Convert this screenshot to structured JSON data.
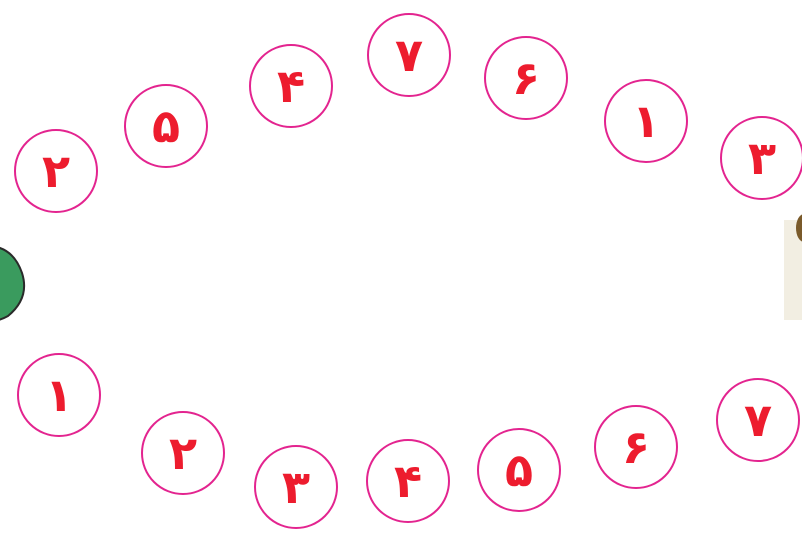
{
  "colors": {
    "circle_border": "#e3248f",
    "digit": "#ed1c2e",
    "left_creature": "#3a9b5e"
  },
  "top_row": [
    "۲",
    "۵",
    "۴",
    "۷",
    "۶",
    "۱",
    "۳"
  ],
  "bottom_row": [
    "۱",
    "۲",
    "۳",
    "۴",
    "۵",
    "۶",
    "۷"
  ],
  "icons": {
    "left": "green-creature-icon",
    "right": "character-edge-icon"
  }
}
